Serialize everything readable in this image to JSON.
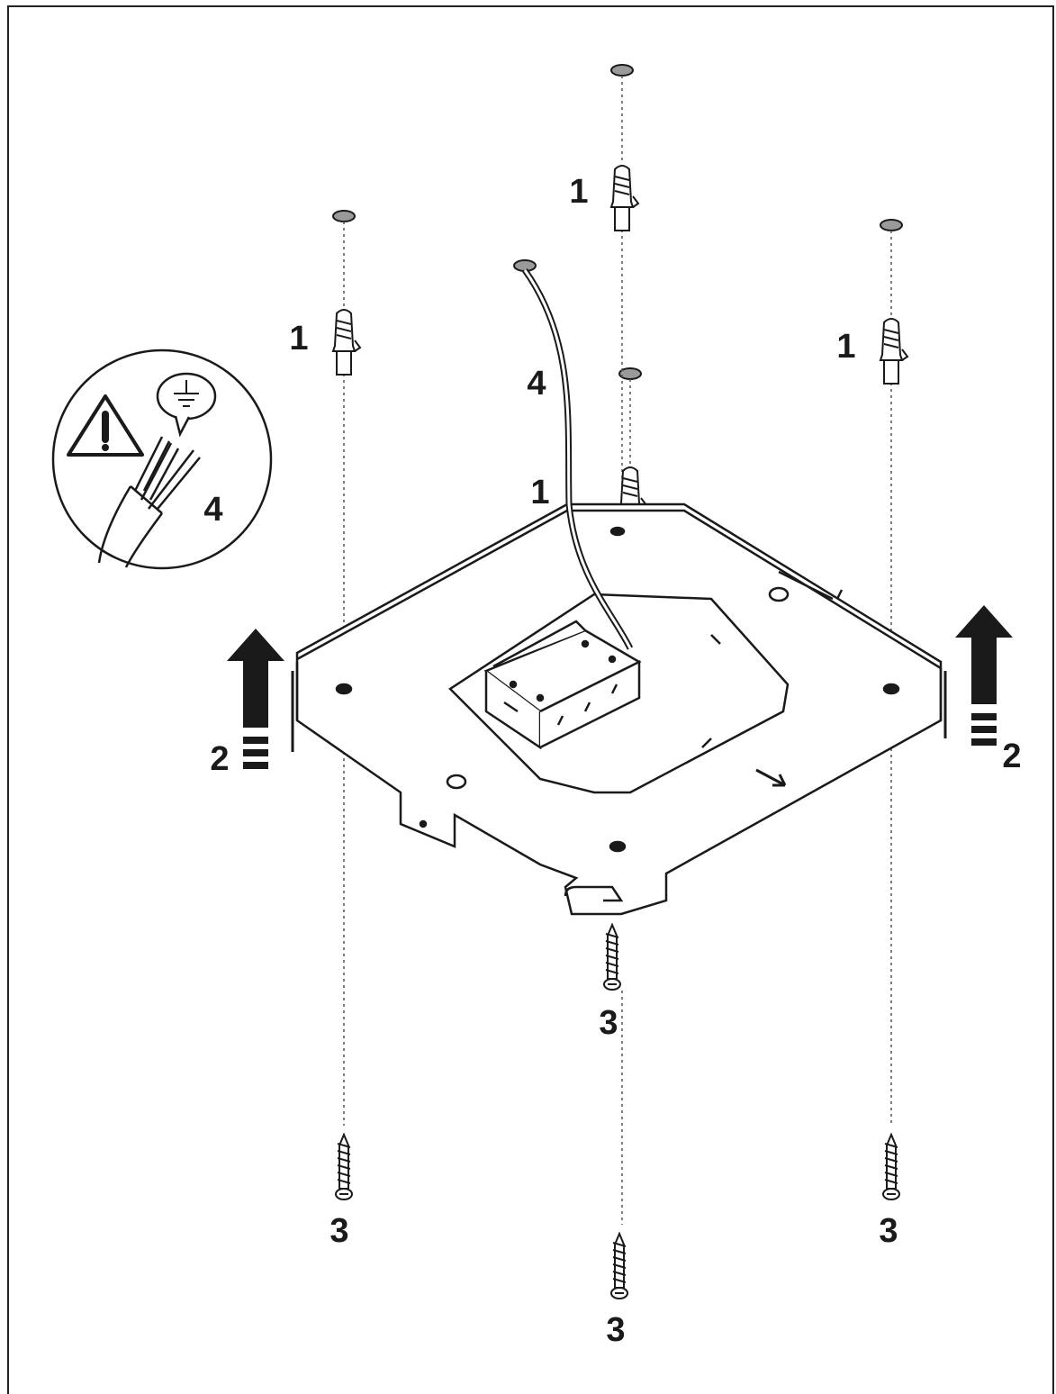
{
  "callouts": [
    {
      "id": "anchor-top",
      "label": "1"
    },
    {
      "id": "anchor-left",
      "label": "1"
    },
    {
      "id": "anchor-right",
      "label": "1"
    },
    {
      "id": "anchor-center",
      "label": "1"
    },
    {
      "id": "cable",
      "label": "4"
    },
    {
      "id": "warning-cable",
      "label": "4"
    },
    {
      "id": "arrow-left",
      "label": "2"
    },
    {
      "id": "arrow-right",
      "label": "2"
    },
    {
      "id": "screw-center-upper",
      "label": "3"
    },
    {
      "id": "screw-left",
      "label": "3"
    },
    {
      "id": "screw-center-lower",
      "label": "3"
    },
    {
      "id": "screw-right",
      "label": "3"
    }
  ],
  "icons": {
    "warning": "warning-triangle-icon",
    "ground": "ground-symbol-icon",
    "lift_arrow": "arrow-up-icon",
    "anchor": "wall-plug-icon",
    "screw": "screw-icon"
  },
  "colors": {
    "line": "#1a1a1a",
    "hole_fill": "#9a9a9a",
    "arrow_fill": "#1a1a1a"
  }
}
